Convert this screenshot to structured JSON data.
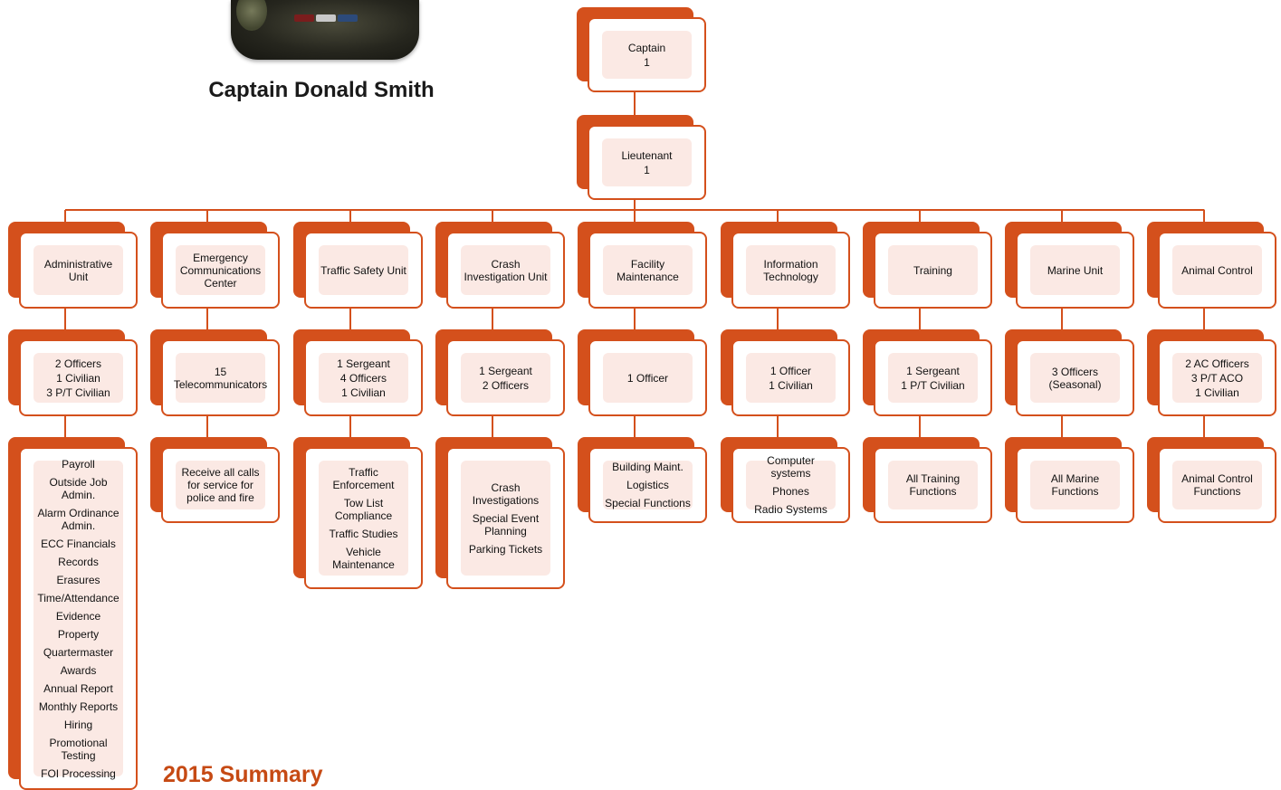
{
  "captain_name": "Captain Donald Smith",
  "summary_title": "2015 Summary",
  "colors": {
    "accent": "#d4501c",
    "fill": "#fbe9e4",
    "title": "#c64a14"
  },
  "top": {
    "captain": [
      "Captain",
      "1"
    ],
    "lieutenant": [
      "Lieutenant",
      "1"
    ]
  },
  "units": [
    {
      "name": [
        "Administrative Unit"
      ],
      "staff": [
        "2 Officers",
        "1 Civilian",
        "3 P/T Civilian"
      ],
      "functions": [
        "Payroll",
        "Outside Job Admin.",
        "Alarm Ordinance Admin.",
        "ECC Financials",
        "Records",
        "Erasures",
        "Time/Attendance",
        "Evidence",
        "Property",
        "Quartermaster",
        "Awards",
        "Annual Report",
        "Monthly Reports",
        "Hiring",
        "Promotional Testing",
        "FOI Processing"
      ]
    },
    {
      "name": [
        "Emergency Communications Center"
      ],
      "staff": [
        "15 Telecommunicators"
      ],
      "functions": [
        "Receive all calls for service for police and fire"
      ]
    },
    {
      "name": [
        "Traffic Safety Unit"
      ],
      "staff": [
        "1 Sergeant",
        "4 Officers",
        "1 Civilian"
      ],
      "functions": [
        "Traffic Enforcement",
        "Tow List Compliance",
        "Traffic Studies",
        "Vehicle Maintenance"
      ]
    },
    {
      "name": [
        "Crash Investigation Unit"
      ],
      "staff": [
        "1 Sergeant",
        "2 Officers"
      ],
      "functions": [
        "Crash Investigations",
        "Special Event Planning",
        "Parking Tickets"
      ]
    },
    {
      "name": [
        "Facility Maintenance"
      ],
      "staff": [
        "1 Officer"
      ],
      "functions": [
        "Building Maint.",
        "Logistics",
        "Special Functions"
      ]
    },
    {
      "name": [
        "Information Technology"
      ],
      "staff": [
        "1 Officer",
        "1 Civilian"
      ],
      "functions": [
        "Computer systems",
        "Phones",
        "Radio Systems"
      ]
    },
    {
      "name": [
        "Training"
      ],
      "staff": [
        "1 Sergeant",
        "1 P/T Civilian"
      ],
      "functions": [
        "All Training Functions"
      ]
    },
    {
      "name": [
        "Marine Unit"
      ],
      "staff": [
        "3 Officers (Seasonal)"
      ],
      "functions": [
        "All Marine Functions"
      ]
    },
    {
      "name": [
        "Animal Control"
      ],
      "staff": [
        "2 AC Officers",
        "3 P/T ACO",
        "1 Civilian"
      ],
      "functions": [
        "Animal Control Functions"
      ]
    }
  ]
}
